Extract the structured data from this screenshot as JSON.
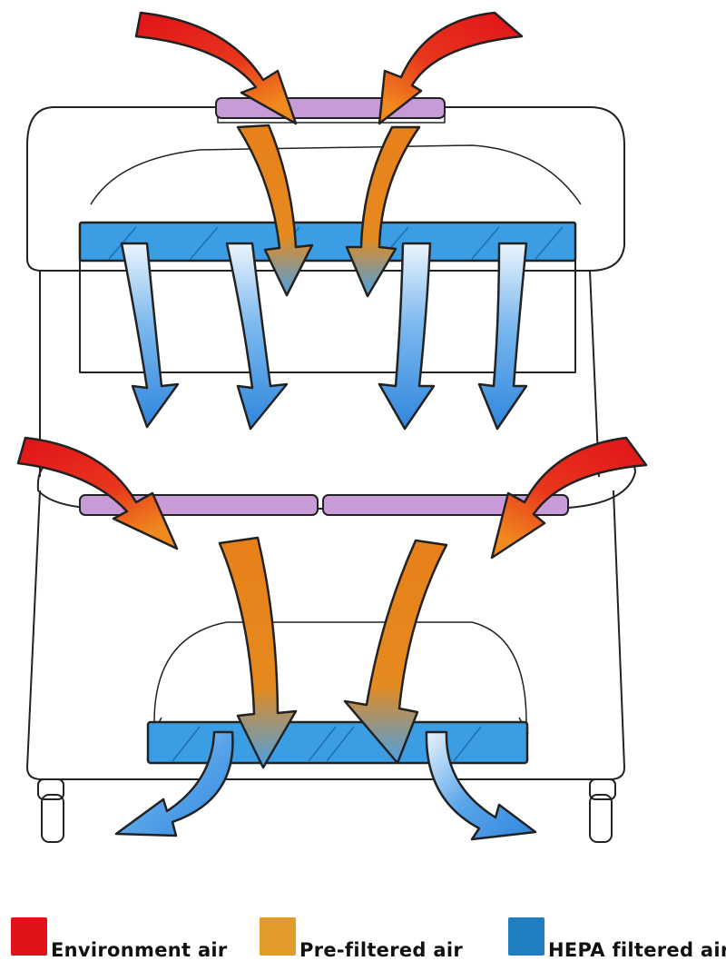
{
  "legend": [
    {
      "label": "Environment air",
      "color": "#e0121a"
    },
    {
      "label": "Pre-filtered air",
      "color": "#e39a2d"
    },
    {
      "label": "HEPA filtered air",
      "color": "#1f7fc0"
    }
  ],
  "colors": {
    "environment_air": "#e0121a",
    "pre_filtered_air": "#e58a1e",
    "hepa_filtered_air": "#3a8fe0",
    "pre_filter": "#c89ad8",
    "hepa_filter": "#3b9de3",
    "outline": "#222222"
  }
}
